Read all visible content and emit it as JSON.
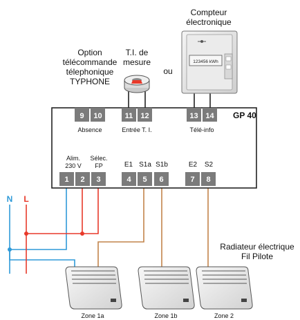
{
  "labels": {
    "compteur_line1": "Compteur",
    "compteur_line2": "électronique",
    "meter_display": "123456 kWh",
    "option_line1": "Option",
    "option_line2": "télécommande",
    "option_line3": "télephonique",
    "option_line4": "TYPHONE",
    "ti_line1": "T.I. de",
    "ti_line2": "mesure",
    "ou": "ou",
    "model": "GP 40",
    "group_absence": "Absence",
    "group_entree_ti": "Entrée T. I.",
    "group_tele_info": "Télé-info",
    "alim_line1": "Alim.",
    "alim_line2": "230 V",
    "selec_line1": "Sélec.",
    "selec_line2": "FP",
    "port_e1": "E1",
    "port_s1a": "S1a",
    "port_s1b": "S1b",
    "port_e2": "E2",
    "port_s2": "S2",
    "wire_n": "N",
    "wire_l": "L",
    "radiateur_line1": "Radiateur électrique",
    "radiateur_line2": "Fil Pilote",
    "zone_1a": "Zone 1a",
    "zone_1b": "Zone 1b",
    "zone_2": "Zone 2"
  },
  "terminals_top": [
    "9",
    "10",
    "11",
    "12",
    "13",
    "14"
  ],
  "terminals_bottom": [
    "1",
    "2",
    "3",
    "4",
    "5",
    "6",
    "7",
    "8"
  ],
  "colors": {
    "terminal": "#7b7b7b",
    "terminal_text": "#ffffff",
    "wire_blue": "#2f9ad8",
    "wire_red": "#e8392a",
    "wire_brown": "#c2834a",
    "outline": "#222222",
    "label_n": "#2f9ad8",
    "label_l": "#e8392a"
  }
}
